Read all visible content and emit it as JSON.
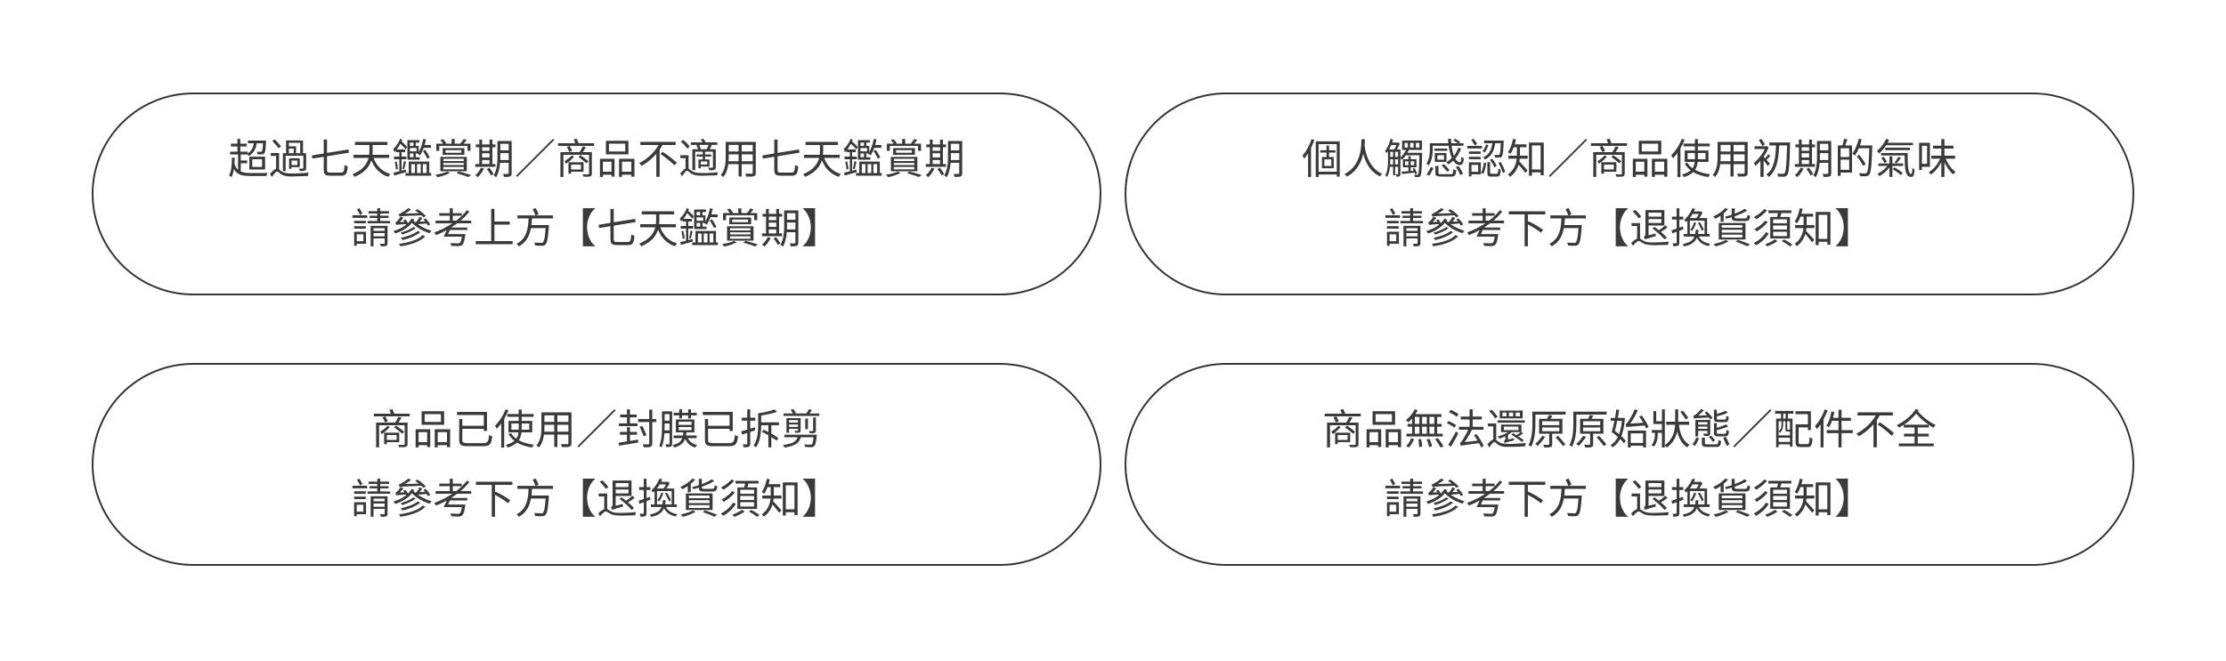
{
  "colors": {
    "background": "#ffffff",
    "border": "#333333",
    "text": "#3a3a3a"
  },
  "cards": [
    {
      "line1": "超過七天鑑賞期／商品不適用七天鑑賞期",
      "line2": "請參考上方【七天鑑賞期】"
    },
    {
      "line1": "個人觸感認知／商品使用初期的氣味",
      "line2": "請參考下方【退換貨須知】"
    },
    {
      "line1": "商品已使用／封膜已拆剪",
      "line2": "請參考下方【退換貨須知】"
    },
    {
      "line1": "商品無法還原原始狀態／配件不全",
      "line2": "請參考下方【退換貨須知】"
    }
  ]
}
